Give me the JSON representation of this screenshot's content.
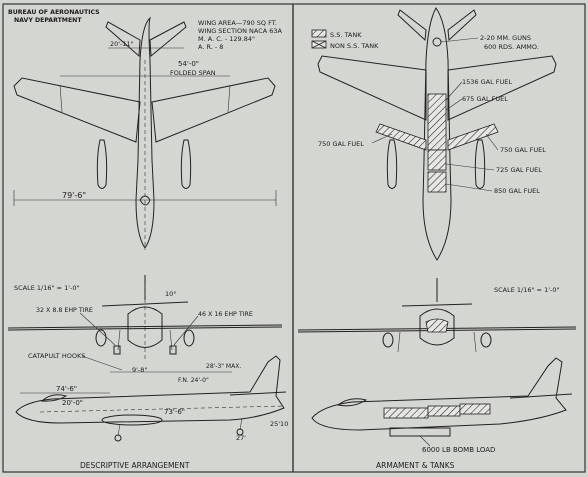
{
  "header": {
    "bureau": "BUREAU OF AERONAUTICS",
    "department": "NAVY DEPARTMENT"
  },
  "specs": {
    "wing_area": "WING AREA—790 SQ FT.",
    "wing_section": "WING SECTION NACA 63A",
    "mac": "M. A. C. - 129.84\"",
    "ar": "A. R. - 8"
  },
  "left_panel": {
    "folded_span_dim": "54'-0\"",
    "folded_span_label": "FOLDED SPAN",
    "top_dim": "20'-11\"",
    "span_dim": "79'-6\"",
    "scale": "SCALE 1/16\" = 1'-0\"",
    "dihedral": "10°",
    "main_tire": "32 X 8.8 EHP TIRE",
    "nose_tire": "46 X 16 EHP TIRE",
    "catapult": "CATAPULT HOOKS",
    "track_dim": "9'-8\"",
    "fn_dim": "F.N. 24'-0\"",
    "height_dim": "28'-3\" MAX.",
    "length_dim": "74'-6\"",
    "dim_20": "20'-0\"",
    "dim_73": "73'-6\"",
    "dim_25": "25'10",
    "dim_27": "27'",
    "caption": "DESCRIPTIVE ARRANGEMENT"
  },
  "right_panel": {
    "legend_ss": "S.S. TANK",
    "legend_non": "NON S.S. TANK",
    "guns": "2-20 MM. GUNS",
    "ammo": "600 RDS. AMMO.",
    "fuel_1536": "1536 GAL FUEL",
    "fuel_675": "675 GAL FUEL",
    "fuel_750_left": "750 GAL FUEL",
    "fuel_750_right": "750 GAL FUEL",
    "fuel_725": "725 GAL FUEL",
    "fuel_850": "850 GAL FUEL",
    "scale": "SCALE 1/16\" = 1'-0\"",
    "bomb": "6000 LB BOMB LOAD",
    "caption": "ARMAMENT & TANKS"
  }
}
